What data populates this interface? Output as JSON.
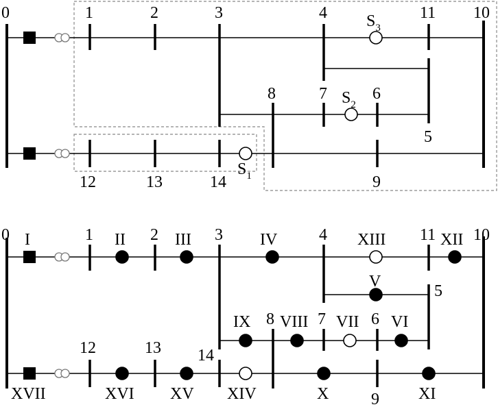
{
  "top": {
    "nodes": [
      "0",
      "1",
      "2",
      "3",
      "4",
      "11",
      "10",
      "8",
      "7",
      "6",
      "5",
      "12",
      "13",
      "14",
      "9"
    ],
    "switches": [
      {
        "letter": "S",
        "index": "3"
      },
      {
        "letter": "S",
        "index": "2"
      },
      {
        "letter": "S",
        "index": "1"
      }
    ]
  },
  "bottom": {
    "nodes": [
      "0",
      "1",
      "2",
      "3",
      "4",
      "11",
      "10",
      "5",
      "8",
      "7",
      "6",
      "12",
      "13",
      "14",
      "9"
    ],
    "devices": [
      "I",
      "II",
      "III",
      "IV",
      "XIII",
      "XII",
      "V",
      "IX",
      "VIII",
      "VII",
      "VI",
      "XVII",
      "XVI",
      "XV",
      "XIV",
      "X",
      "XI"
    ]
  }
}
